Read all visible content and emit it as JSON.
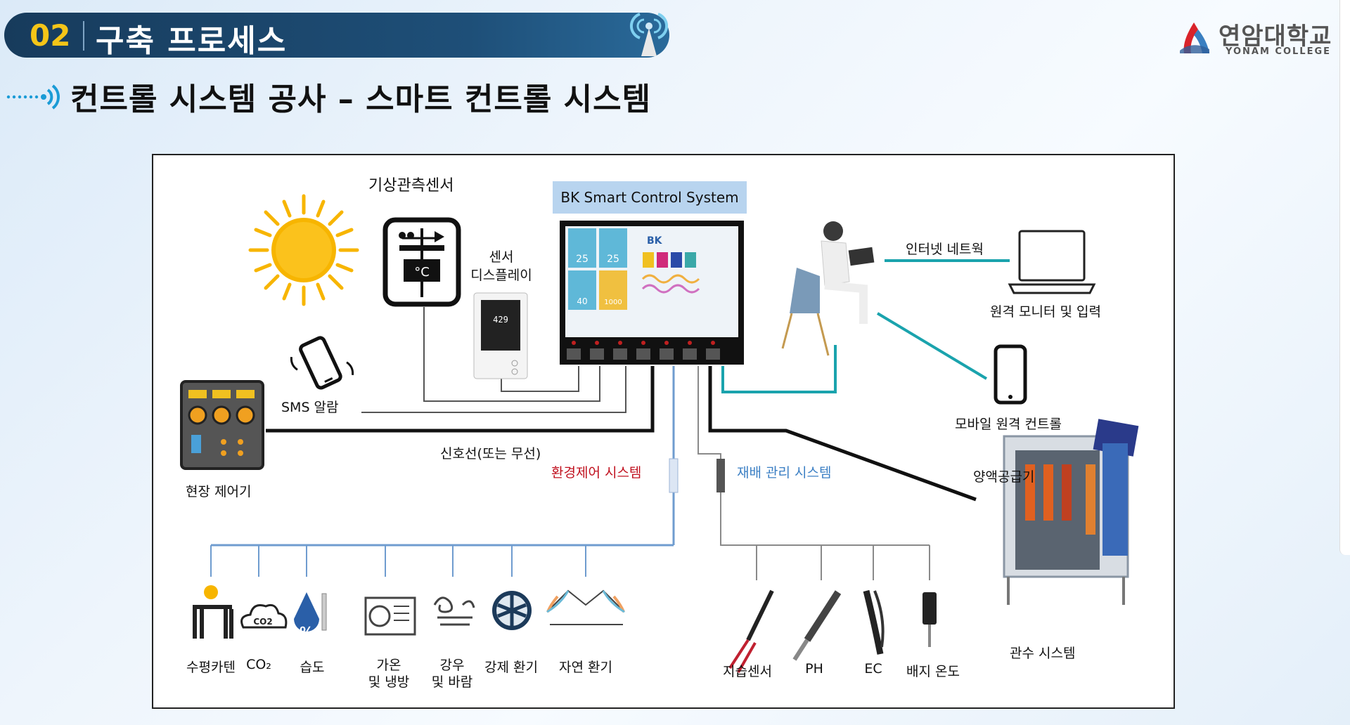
{
  "header": {
    "section_number": "02",
    "section_title": "구축 프로세스",
    "subtitle": "컨트롤 시스템 공사 – 스마트 컨트롤 시스템"
  },
  "logo": {
    "name": "연암대학교",
    "sub": "YONAM COLLEGE"
  },
  "diagram": {
    "weather_sensor": "기상관측센서",
    "sensor_display": "센서\n디스플레이",
    "system_title": "BK Smart Control System",
    "internet": "인터넷 네트웍",
    "remote_monitor": "원격 모니터 및 입력",
    "mobile_control": "모바일 원격 컨트롤",
    "sms_alarm": "SMS 알람",
    "field_controller": "현장 제어기",
    "signal_line": "신호선(또는 무선)",
    "env_control": "환경제어 시스템",
    "cultivation": "재배 관리 시스템",
    "nutrient_supplier": "양액공급기",
    "irrigation": "관수 시스템",
    "screen_text": {
      "brand": "BK",
      "temp1": "25",
      "temp2": "25",
      "val1": "40",
      "val2": "1000",
      "display_reading": "429"
    },
    "env_items": [
      {
        "label": "수평카텐"
      },
      {
        "label": "CO₂",
        "icon_text": "CO2"
      },
      {
        "label": "습도",
        "icon_text": "%"
      },
      {
        "label": "가온\n및 냉방"
      },
      {
        "label": "강우\n및 바람"
      },
      {
        "label": "강제 환기"
      },
      {
        "label": "자연 환기"
      }
    ],
    "cult_items": [
      {
        "label": "지습센서"
      },
      {
        "label": "PH"
      },
      {
        "label": "EC"
      },
      {
        "label": "배지 온도"
      }
    ],
    "colors": {
      "teal_line": "#1aa3ad",
      "env_line": "#6f9ccf",
      "cult_line": "#8a8a8a",
      "red_text": "#c0101e",
      "blue_text": "#3b7fc4",
      "sun": "#f7b500"
    }
  }
}
